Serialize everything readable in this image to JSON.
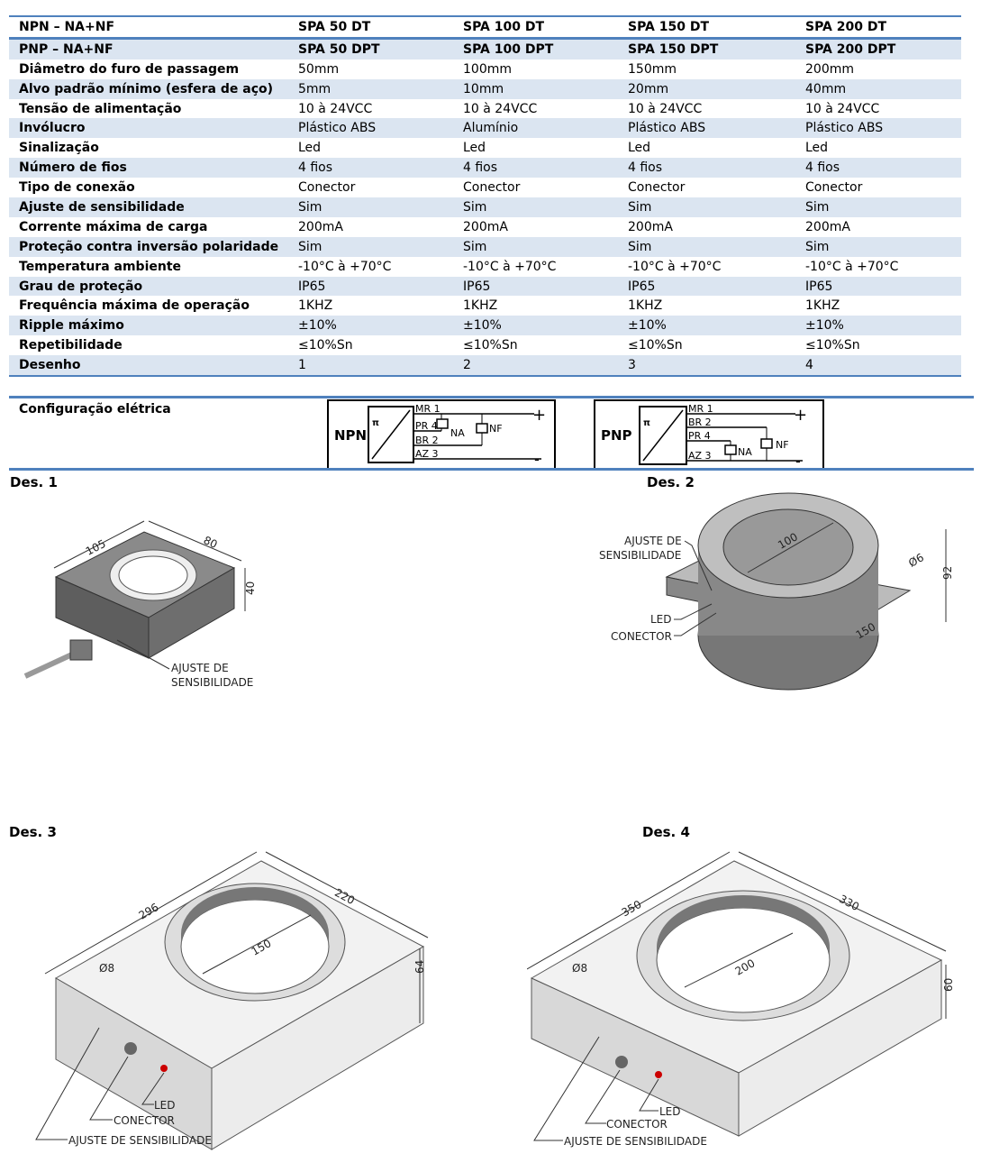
{
  "table": {
    "header": [
      "NPN – NA+NF",
      "SPA 50 DT",
      "SPA 100 DT",
      "SPA 150 DT",
      "SPA 200 DT"
    ],
    "rows": [
      [
        "PNP – NA+NF",
        "SPA 50 DPT",
        "SPA 100 DPT",
        "SPA 150 DPT",
        "SPA 200 DPT"
      ],
      [
        "Diâmetro do furo de passagem",
        "50mm",
        "100mm",
        "150mm",
        "200mm"
      ],
      [
        "Alvo padrão mínimo (esfera de aço)",
        "5mm",
        "10mm",
        "20mm",
        "40mm"
      ],
      [
        "Tensão de alimentação",
        "10 à 24VCC",
        "10 à 24VCC",
        "10 à 24VCC",
        "10 à 24VCC"
      ],
      [
        "Invólucro",
        "Plástico ABS",
        "Alumínio",
        "Plástico ABS",
        "Plástico ABS"
      ],
      [
        "Sinalização",
        "Led",
        "Led",
        "Led",
        "Led"
      ],
      [
        "Número de fios",
        "4 fios",
        "4 fios",
        "4 fios",
        "4 fios"
      ],
      [
        "Tipo de conexão",
        "Conector",
        "Conector",
        "Conector",
        "Conector"
      ],
      [
        "Ajuste de sensibilidade",
        "Sim",
        "Sim",
        "Sim",
        "Sim"
      ],
      [
        "Corrente máxima de carga",
        "200mA",
        "200mA",
        "200mA",
        "200mA"
      ],
      [
        "Proteção contra inversão polaridade",
        "Sim",
        "Sim",
        "Sim",
        "Sim"
      ],
      [
        "Temperatura ambiente",
        "-10°C à +70°C",
        "-10°C à +70°C",
        "-10°C à +70°C",
        "-10°C à +70°C"
      ],
      [
        "Grau de proteção",
        "IP65",
        "IP65",
        "IP65",
        "IP65"
      ],
      [
        "Frequência máxima de operação",
        "1KHZ",
        "1KHZ",
        "1KHZ",
        "1KHZ"
      ],
      [
        "Ripple máximo",
        "±10%",
        "±10%",
        "±10%",
        "±10%"
      ],
      [
        "Repetibilidade",
        "≤10%Sn",
        "≤10%Sn",
        "≤10%Sn",
        "≤10%Sn"
      ],
      [
        "Desenho",
        "1",
        "2",
        "3",
        "4"
      ]
    ]
  },
  "config": {
    "title": "Configuração elétrica",
    "npn": {
      "label": "NPN",
      "w1": "MR 1",
      "w2": "PR 4",
      "w3": "BR 2",
      "w4": "AZ 3",
      "na": "NA",
      "nf": "NF",
      "plus": "+",
      "minus": "-"
    },
    "pnp": {
      "label": "PNP",
      "w1": "MR 1",
      "w2": "BR 2",
      "w3": "PR 4",
      "w4": "AZ 3",
      "na": "NA",
      "nf": "NF",
      "plus": "+",
      "minus": "-"
    }
  },
  "drawings": {
    "d1": {
      "title": "Des. 1",
      "dim_a": "105",
      "dim_b": "80",
      "dim_h": "40",
      "adj1": "AJUSTE DE",
      "adj2": "SENSIBILIDADE"
    },
    "d2": {
      "title": "Des. 2",
      "adj1": "AJUSTE DE",
      "adj2": "SENSIBILIDADE",
      "led": "LED",
      "con": "CONECTOR",
      "dim_d": "100",
      "dim_h": "92",
      "dim_w": "150",
      "hole": "Ø6"
    },
    "d3": {
      "title": "Des. 3",
      "dim_a": "296",
      "dim_b": "220",
      "dim_d": "150",
      "dim_h": "64",
      "hole": "Ø8",
      "led": "LED",
      "con": "CONECTOR",
      "adj": "AJUSTE DE SENSIBILIDADE"
    },
    "d4": {
      "title": "Des. 4",
      "dim_a": "350",
      "dim_b": "330",
      "dim_d": "200",
      "dim_h": "60",
      "hole": "Ø8",
      "led": "LED",
      "con": "CONECTOR",
      "adj": "AJUSTE DE SENSIBILIDADE"
    }
  }
}
